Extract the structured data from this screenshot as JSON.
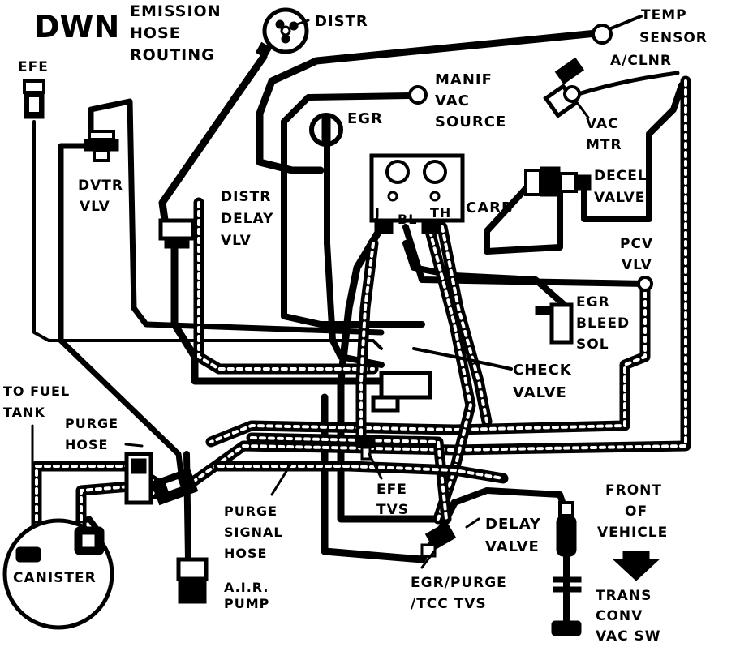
{
  "diagram": {
    "title_code": "DWN",
    "title_lines": [
      "EMISSION",
      "HOSE",
      "ROUTING"
    ],
    "labels": {
      "dista": "DISTR",
      "temp_sensor": [
        "TEMP",
        "SENSOR"
      ],
      "a_clnr": "A/CLNR",
      "efe": "EFE",
      "manif_vac_source": [
        "MANIF",
        "VAC",
        "SOURCE"
      ],
      "egr": "EGR",
      "vac_mtr": [
        "VAC",
        "MTR"
      ],
      "dvtr_vlv": [
        "DVTR",
        "VLV"
      ],
      "dista_delay_vlv": [
        "DISTR",
        "DELAY",
        "VLV"
      ],
      "decel_valve": [
        "DECEL",
        "VALVE"
      ],
      "carb": "CARB",
      "carb_ports": [
        "J",
        "BL",
        "TH"
      ],
      "pcv_vlv": [
        "PCV",
        "VLV"
      ],
      "egr_bleed_sol": [
        "EGR",
        "BLEED",
        "SOL"
      ],
      "check_valve": [
        "CHECK",
        "VALVE"
      ],
      "to_fuel_tank": [
        "TO FUEL",
        "TANK"
      ],
      "purge_hose": [
        "PURGE",
        "HOSE"
      ],
      "efe_tvs": [
        "EFE",
        "TVS"
      ],
      "front_of_vehicle": [
        "FRONT",
        "OF",
        "VEHICLE"
      ],
      "purge_signal_hose": [
        "PURGE",
        "SIGNAL",
        "HOSE"
      ],
      "delay_valve": [
        "DELAY",
        "VALVE"
      ],
      "egr_purge_tcc_tvs": [
        "EGR/PURGE",
        "/TCC TVS"
      ],
      "canister": "CANISTER",
      "air_pump": [
        "A.I.R.",
        "PUMP"
      ],
      "trans_conv_vac_sw": [
        "TRANS",
        "CONV",
        "VAC SW"
      ]
    }
  }
}
